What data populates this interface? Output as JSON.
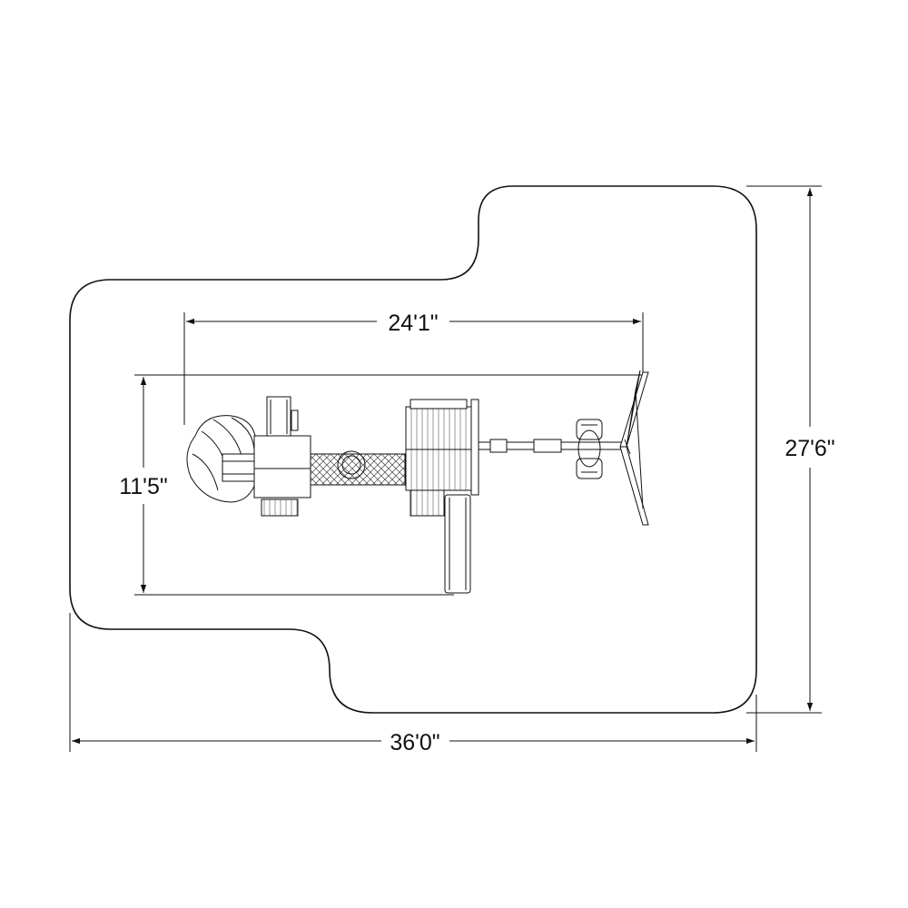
{
  "dimensions": {
    "overall_width": "36'0\"",
    "overall_depth": "27'6\"",
    "structure_width": "24'1\"",
    "structure_depth": "11'5\""
  }
}
